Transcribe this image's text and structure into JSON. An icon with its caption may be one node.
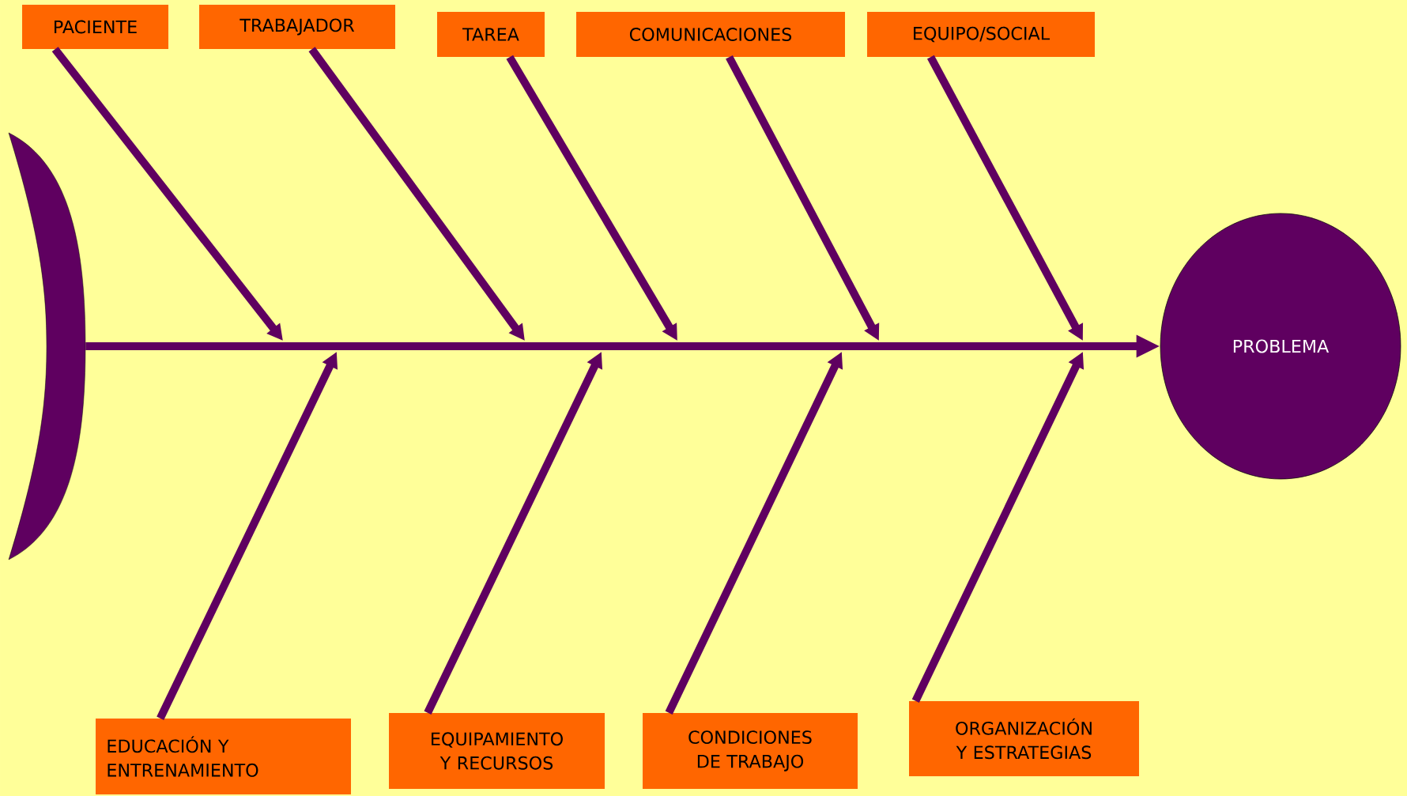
{
  "diagram": {
    "nodes": [
      {
        "text": [
          "PACIENTE"
        ]
      },
      {
        "text": [
          "TRABAJADOR"
        ]
      },
      {
        "text": [
          "TAREA"
        ]
      },
      {
        "text": [
          "COMUNICACIONES"
        ]
      },
      {
        "text": [
          "EQUIPO/SOCIAL"
        ]
      },
      {
        "text": [],
        "shape": "crescent"
      },
      {
        "text": [
          "PROBLEMA"
        ]
      },
      {
        "text": [
          "EDUCACIÓN Y ENTRENAMIENTO"
        ]
      },
      {
        "text": [
          "EQUIPAMIENTO Y RECURSOS"
        ]
      },
      {
        "text": [
          "CONDICIONES DE TRABAJO"
        ]
      },
      {
        "text": [
          "ORGANIZACIÓN Y ESTRATEGIAS"
        ]
      }
    ],
    "edges": [
      {
        "from": 0,
        "to": null,
        "arrow": "to"
      },
      {
        "from": 1,
        "to": null,
        "arrow": "to"
      },
      {
        "from": 2,
        "to": null,
        "arrow": "to"
      },
      {
        "from": 3,
        "to": null,
        "arrow": "to"
      },
      {
        "from": 4,
        "to": null,
        "arrow": "to"
      },
      {
        "from": 5,
        "to": 6,
        "arrow": "to"
      },
      {
        "from": 7,
        "to": null,
        "arrow": "to"
      },
      {
        "from": 8,
        "to": null,
        "arrow": "to"
      },
      {
        "from": 9,
        "to": null,
        "arrow": "to"
      },
      {
        "from": 10,
        "to": null,
        "arrow": "to"
      }
    ]
  }
}
